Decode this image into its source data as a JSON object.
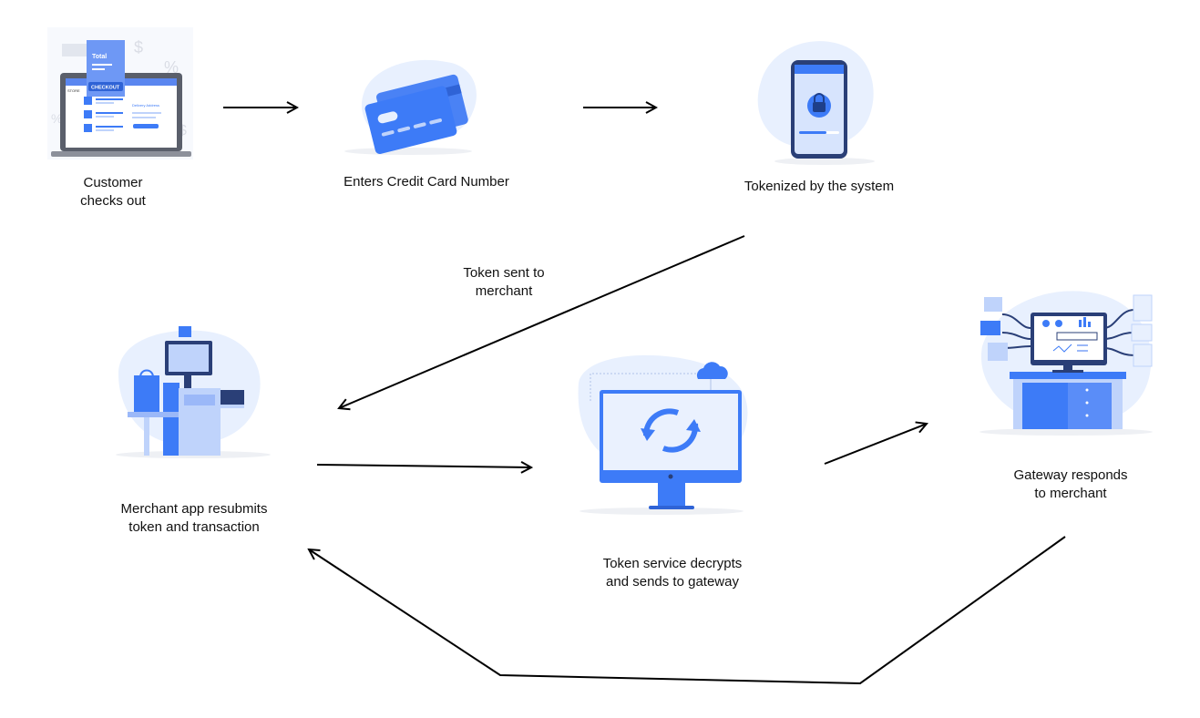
{
  "steps": [
    {
      "id": "checkout",
      "label": "Customer\nchecks out",
      "icon": "laptop-checkout-illustration"
    },
    {
      "id": "card",
      "label": "Enters Credit Card Number",
      "icon": "credit-cards-illustration"
    },
    {
      "id": "tokenize",
      "label": "Tokenized by the system",
      "icon": "phone-lock-illustration"
    },
    {
      "id": "merchant",
      "label": "Merchant app resubmits\ntoken and transaction",
      "icon": "merchant-terminal-illustration"
    },
    {
      "id": "token_service",
      "label": "Token service decrypts\nand sends to gateway",
      "icon": "monitor-sync-illustration"
    },
    {
      "id": "gateway",
      "label": "Gateway responds\nto merchant",
      "icon": "gateway-desk-illustration"
    }
  ],
  "edges": [
    {
      "from": "checkout",
      "to": "card",
      "label": ""
    },
    {
      "from": "card",
      "to": "tokenize",
      "label": ""
    },
    {
      "from": "tokenize",
      "to": "merchant",
      "label": "Token sent to\nmerchant"
    },
    {
      "from": "merchant",
      "to": "token_service",
      "label": ""
    },
    {
      "from": "token_service",
      "to": "gateway",
      "label": ""
    },
    {
      "from": "gateway",
      "to": "merchant",
      "label": ""
    }
  ],
  "illustration_text": {
    "receipt_title": "Total",
    "checkout_button": "CHECKOUT",
    "store_label": "STORE",
    "delivery_address": "Delivery Address",
    "dollar_sign": "$",
    "percent_sign": "%"
  },
  "colors": {
    "accent": "#3D7BF7",
    "accent_dark": "#2F63D6",
    "light_blue": "#BFD3FB",
    "pale_blue": "#E8F0FE",
    "line": "#000000",
    "text": "#111111"
  }
}
